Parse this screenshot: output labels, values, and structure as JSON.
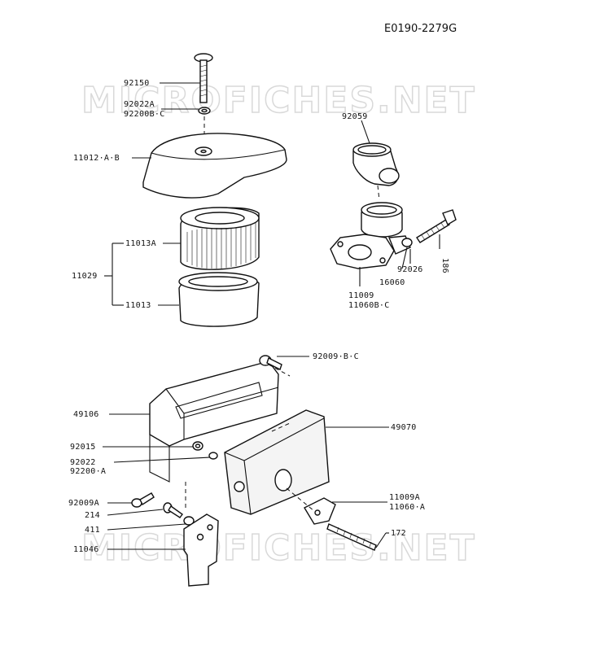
{
  "diagram_code": "E0190-2279G",
  "watermark": {
    "top": "MICROFICHES.NET",
    "bottom": "MICROFICHES.NET"
  },
  "callouts": {
    "p92150": "92150",
    "p92022A": "92022A",
    "p92200BC": "92200B·C",
    "p11012AB": "11012·A·B",
    "p11013A": "11013A",
    "p11029": "11029",
    "p11013": "11013",
    "p92059": "92059",
    "p186": "186",
    "p92026": "92026",
    "p16060": "16060",
    "p11009": "11009",
    "p11060BC": "11060B·C",
    "p92009BC": "92009·B·C",
    "p49106": "49106",
    "p49070": "49070",
    "p92015": "92015",
    "p92022": "92022",
    "p92200A": "92200·A",
    "p92009A": "92009A",
    "p214": "214",
    "p411": "411",
    "p11046": "11046",
    "p11009A": "11009A",
    "p11060A": "11060·A",
    "p172": "172"
  }
}
